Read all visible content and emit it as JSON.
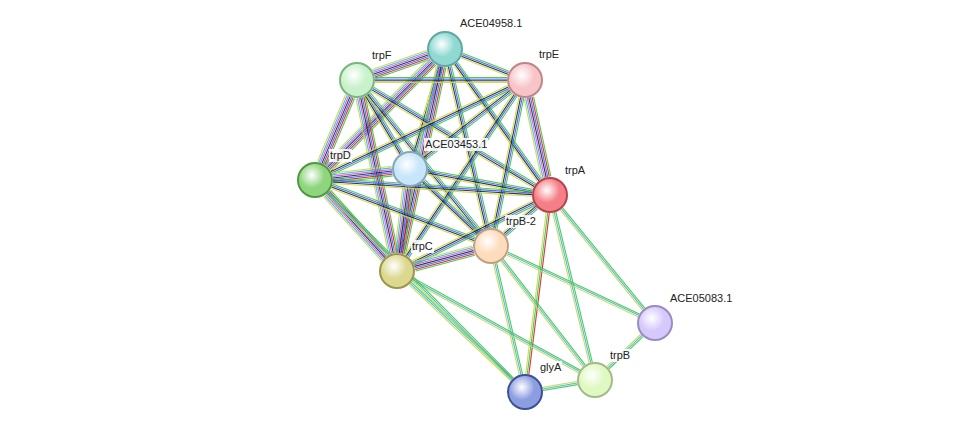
{
  "diagram": {
    "nodes": [
      {
        "text": [
          "ACE04958.1"
        ]
      },
      {
        "text": [
          "trpF"
        ]
      },
      {
        "text": [
          "trpE"
        ]
      },
      {
        "text": [
          "ACE03453.1"
        ]
      },
      {
        "text": [
          "trpD"
        ]
      },
      {
        "text": [
          "trpA"
        ]
      },
      {
        "text": [
          "trpB-2"
        ]
      },
      {
        "text": [
          "trpC"
        ]
      },
      {
        "text": [
          "ACE05083.1"
        ]
      },
      {
        "text": [
          "trpB"
        ]
      },
      {
        "text": [
          "glyA"
        ]
      }
    ],
    "edges": [
      {
        "from": 0,
        "to": 1,
        "arrow": "none"
      },
      {
        "from": 0,
        "to": 2,
        "arrow": "none"
      },
      {
        "from": 0,
        "to": 3,
        "arrow": "none"
      },
      {
        "from": 0,
        "to": 4,
        "arrow": "none"
      },
      {
        "from": 0,
        "to": 5,
        "arrow": "none"
      },
      {
        "from": 0,
        "to": 6,
        "arrow": "none"
      },
      {
        "from": 0,
        "to": 7,
        "arrow": "none"
      },
      {
        "from": 1,
        "to": 2,
        "arrow": "none"
      },
      {
        "from": 1,
        "to": 3,
        "arrow": "none"
      },
      {
        "from": 1,
        "to": 4,
        "arrow": "none"
      },
      {
        "from": 1,
        "to": 5,
        "arrow": "none"
      },
      {
        "from": 1,
        "to": 6,
        "arrow": "none"
      },
      {
        "from": 1,
        "to": 7,
        "arrow": "none"
      },
      {
        "from": 2,
        "to": 3,
        "arrow": "none"
      },
      {
        "from": 2,
        "to": 4,
        "arrow": "none"
      },
      {
        "from": 2,
        "to": 5,
        "arrow": "none"
      },
      {
        "from": 2,
        "to": 6,
        "arrow": "none"
      },
      {
        "from": 2,
        "to": 7,
        "arrow": "none"
      },
      {
        "from": 3,
        "to": 4,
        "arrow": "none"
      },
      {
        "from": 3,
        "to": 5,
        "arrow": "none"
      },
      {
        "from": 3,
        "to": 6,
        "arrow": "none"
      },
      {
        "from": 3,
        "to": 7,
        "arrow": "none"
      },
      {
        "from": 4,
        "to": 5,
        "arrow": "none"
      },
      {
        "from": 4,
        "to": 6,
        "arrow": "none"
      },
      {
        "from": 4,
        "to": 7,
        "arrow": "none"
      },
      {
        "from": 5,
        "to": 6,
        "arrow": "none"
      },
      {
        "from": 5,
        "to": 7,
        "arrow": "none"
      },
      {
        "from": 6,
        "to": 7,
        "arrow": "none"
      },
      {
        "from": 5,
        "to": 8,
        "arrow": "none"
      },
      {
        "from": 5,
        "to": 9,
        "arrow": "none"
      },
      {
        "from": 5,
        "to": 10,
        "arrow": "none"
      },
      {
        "from": 6,
        "to": 8,
        "arrow": "none"
      },
      {
        "from": 6,
        "to": 9,
        "arrow": "none"
      },
      {
        "from": 6,
        "to": 10,
        "arrow": "none"
      },
      {
        "from": 7,
        "to": 9,
        "arrow": "none"
      },
      {
        "from": 7,
        "to": 10,
        "arrow": "none"
      },
      {
        "from": 4,
        "to": 10,
        "arrow": "none"
      },
      {
        "from": 8,
        "to": 9,
        "arrow": "none"
      },
      {
        "from": 9,
        "to": 10,
        "arrow": "none"
      }
    ]
  }
}
